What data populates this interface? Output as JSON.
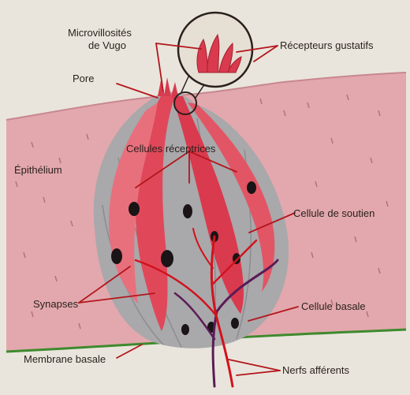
{
  "diagram": {
    "labels": {
      "microvillosites_line1": "Microvillosités",
      "microvillosites_line2": "de Vugo",
      "recepteurs": "Récepteurs gustatifs",
      "pore": "Pore",
      "cellules_receptrices": "Cellules réceptrices",
      "epithelium": "Épithélium",
      "cellule_soutien": "Cellule de soutien",
      "synapses": "Synapses",
      "cellule_basale": "Cellule basale",
      "membrane_basale": "Membrane basale",
      "nerfs_afferents": "Nerfs afférents"
    },
    "colors": {
      "background": "#e9e5dc",
      "epithelium": "#e2a8ad",
      "receptor_cell": "#e0485a",
      "support_cell": "#a9a8ab",
      "nucleus": "#1a1416",
      "nerve_red": "#d2121c",
      "nerve_purple": "#5b1b56",
      "basement_membrane": "#3f8a2e",
      "leader_line": "#b3161c"
    }
  }
}
